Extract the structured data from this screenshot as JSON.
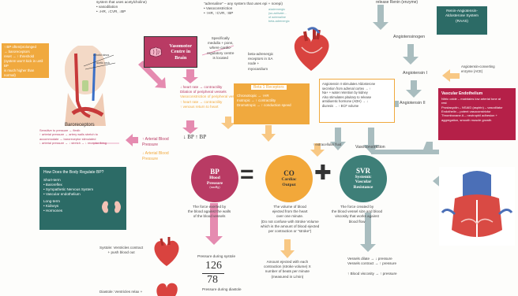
{
  "colors": {
    "bp": "#b93b64",
    "co": "#f2a83a",
    "svr": "#3e7f78",
    "teal_box": "#2c6b66",
    "orange_box": "#f0a93e",
    "crimson_box": "#b52048",
    "gray_arrow": "#a9bdbf",
    "pink_arrow": "#e58bb0",
    "peach_arrow": "#f8c884"
  },
  "top_snips": {
    "left": "system that uses acetylcholine)\n• vasodilation\n• ↓HR, ↓CVR, ↓BP",
    "mid": "\"adrenaline\" – any system that uses epi + norepi)\n• Vasoconstriction\n• ↑HR, ↑CVR, ↑BP",
    "mid_small": "a/adrenergic\n(so-activate...\nof adrenaline\nbeta-adrenergic",
    "renin": "release Renin (enzyme)"
  },
  "baro": {
    "orange_note": "↑ BP often/prolonged\n→ baroreceptors\nreset → ↑ threshold\n(system won't kick in until BP\nis much higher than normal)",
    "title": "Baroreceptors",
    "desc": "Sensitive to pressure → flexib\n↑ arterial pressure → artery walls stretch to\naccommodate → baroreceptor stimulated\n↓ arterial pressure → ↓ stretch → ↓ receptor firing",
    "label_a": "carotid sinus",
    "label_b": "aortic arch"
  },
  "vasomotor": {
    "title": "Vasomotor\nCentre in Brain",
    "note": "Specifically\nmedulla + pons,\nwhere cardio-\nregulatory centre\nis located",
    "beta_receptor_text": "beta-adrenergic\nreceptors in SA\nnode +\nmyocardium"
  },
  "effects": {
    "hr": "↓ heart rate → contractility",
    "dil": "Dilation of peripheral vessels",
    "vaso": "Vasoconstriction of peripheral vessels",
    "hr2": "↑ heart rate → contractility",
    "venous": "↑ venous return to heart"
  },
  "bp_result": "↓ BP ↑ BP",
  "arterial": {
    "up": "↑ Arterial Blood\nPressure",
    "down": "↓ Arterial Blood\nPressure"
  },
  "beta1": {
    "title": "Beta 1 Receptors",
    "items": [
      "Chronotropic → ↑HR",
      "Inotropic → ↑ contractility",
      "Dromotropic → ↑ conduction speed"
    ]
  },
  "angio_box": "Angiotensin II stimulates Aldosterone\nsecretion from adrenal cortex → ↑\nNa+ + water retention by kidney\nAlso stimulates pituitary to release\nantidiuretic hormone (ADH) → ↓\ndiuresis → ↑ ECF volume",
  "raas": {
    "title": "Renin-Angiotensin-\nAldosterone System\n(RAAS)",
    "angiotensinogen": "Angiotensinogen",
    "ang1": "Angiotensin I",
    "ace": "Angiotensin-converting\nenzyme (ACE)",
    "ang2": "Angiotensin II",
    "vasoconstriction": "Vasoconstriction",
    "ecf": "↑ extracellular fluid"
  },
  "endothelium": {
    "title": "Vascular Endothelium",
    "text": "Nitric oxide – maintains low arterial tone at\nrest\nProstacyclin – NSAID (aspirin) – vasodilator\nEndothelin – potent vasoconstrictor\nThromboxane A – neutrophil adhesion +\naggregation, smooth muscle growth"
  },
  "regulate": {
    "title": "How Does the Body Regulate BP?",
    "lines": [
      "Short-term",
      "• Baroreflex",
      "• Sympathetic Nervous System",
      "• Vascular endothelium",
      "Long-term",
      "• Kidneys",
      "• Hormones"
    ]
  },
  "equation": {
    "bp": {
      "abbr": "BP",
      "name": "Blood\nPressure",
      "sub": "(mmHg)"
    },
    "co": {
      "abbr": "CO",
      "name": "Cardiac\nOutput",
      "sub": ""
    },
    "svr": {
      "abbr": "SVR",
      "name": "Systemic\nVascular\nResistance",
      "sub": ""
    },
    "equals": "=",
    "plus": "✚"
  },
  "defs": {
    "bp": "The force exerted by\nthe blood against the walls\nof the blood vessels",
    "co": "The volume of blood\nejected from the heart\nover one minute.\n(Do not confuse with Stroke Volume\nwhich is the amount of blood ejected\nper contraction or \"stroke\")",
    "co2": "Amount ejected with each\ncontraction (stroke volume) X\nnumber of beats per minute\n(measured in L/min)",
    "svr": "The force created by\nthe blood vessel size and blood\nviscosity that works against\nblood flow",
    "svr2": "Vessels dilate → ↓ pressure\nVessels contract → ↑ pressure\n\n↑ Blood viscosity → ↑ pressure"
  },
  "bottom": {
    "systole": "Systole: Ventricles contract\n+ push blood out",
    "diastole": "Diastole: Ventricles relax +",
    "systolic": "Pressure during systole",
    "num_top": "126",
    "num_bot": "78",
    "diastolic": "Pressure during diastole"
  },
  "icons": [
    "brain-icon",
    "heart-icon",
    "kidney-icon",
    "neck-anatomy-icon",
    "circulation-diagram-icon"
  ]
}
